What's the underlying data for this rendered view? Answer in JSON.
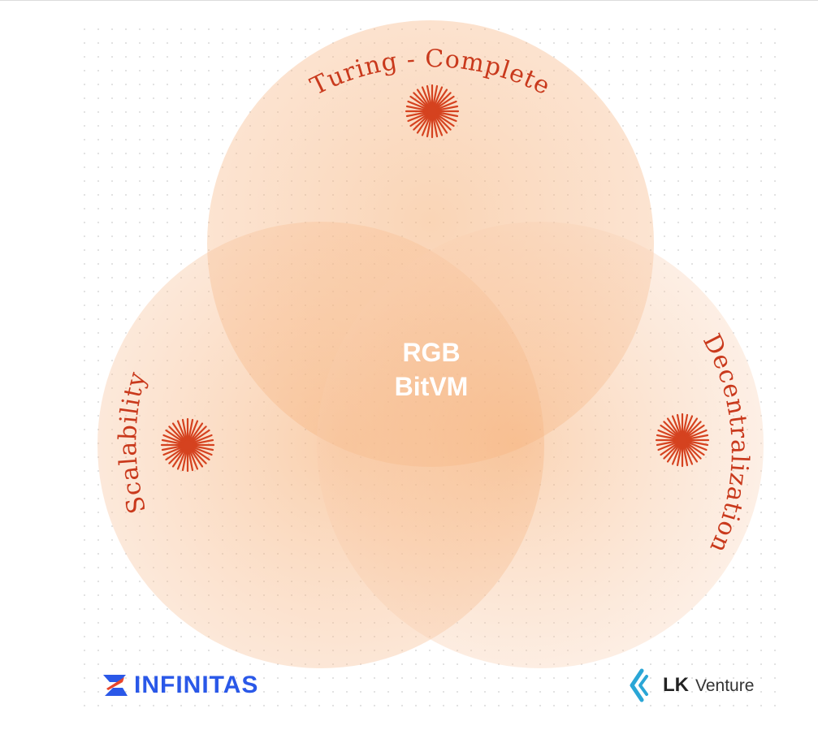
{
  "diagram": {
    "center_line1": "RGB",
    "center_line2": "BitVM",
    "label_top": "Turing - Complete",
    "label_left": "Scalability",
    "label_right": "Decentralization",
    "circle_color": "#f4a261",
    "accent_color": "#c9391c"
  },
  "logos": {
    "left_name": "INFINITAS",
    "right_lk": "LK",
    "right_venture": "Venture",
    "left_color": "#2a58e8",
    "right_mark_color": "#2aa6d6"
  }
}
